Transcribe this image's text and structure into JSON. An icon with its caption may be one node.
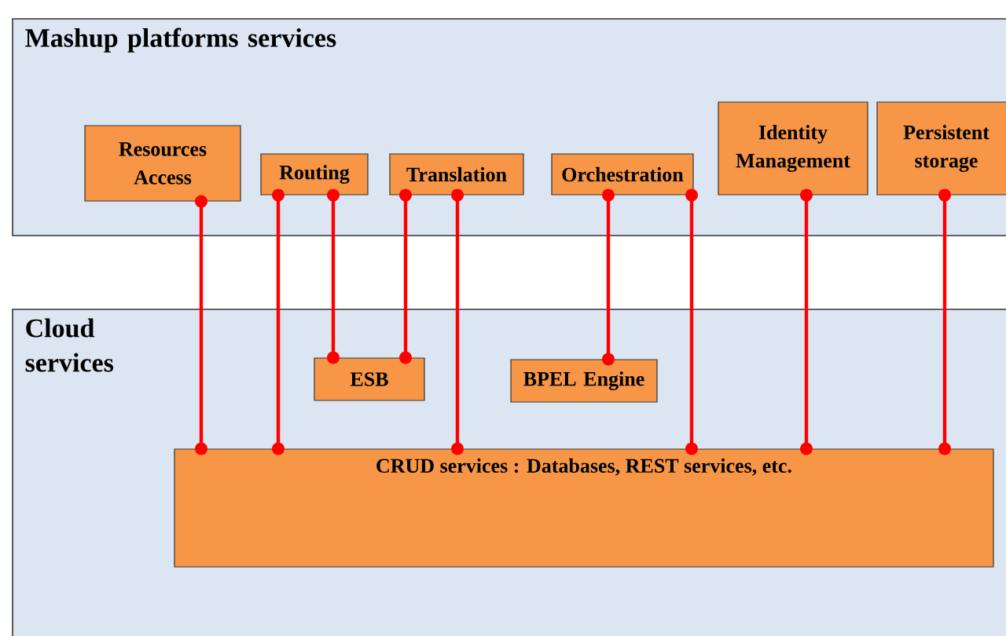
{
  "diagram": {
    "nodes": [
      {
        "text": [
          "Mashup platforms services"
        ]
      },
      {
        "text": [
          "Resources Access"
        ],
        "in": 0
      },
      {
        "text": [
          "Routing"
        ],
        "in": 0
      },
      {
        "text": [
          "Translation"
        ],
        "in": 0
      },
      {
        "text": [
          "Orchestration"
        ],
        "in": 0
      },
      {
        "text": [
          "Identity Management"
        ],
        "in": 0
      },
      {
        "text": [
          "Persistent storage"
        ],
        "in": 0
      },
      {
        "text": [
          "Cloud services"
        ]
      },
      {
        "text": [
          "ESB"
        ],
        "in": 7
      },
      {
        "text": [
          "BPEL Engine"
        ],
        "in": 7
      },
      {
        "text": [
          "CRUD services : Databases, REST services, etc."
        ],
        "in": 7
      }
    ],
    "edges": [
      {
        "from": 1,
        "to": 10,
        "arrow": "other"
      },
      {
        "from": 2,
        "to": 10,
        "arrow": "other"
      },
      {
        "from": 2,
        "to": 8,
        "arrow": "other"
      },
      {
        "from": 3,
        "to": 8,
        "arrow": "other"
      },
      {
        "from": 3,
        "to": 10,
        "arrow": "other"
      },
      {
        "from": 4,
        "to": 9,
        "arrow": "other"
      },
      {
        "from": 4,
        "to": 10,
        "arrow": "other"
      },
      {
        "from": 5,
        "to": 10,
        "arrow": "other"
      },
      {
        "from": 6,
        "to": 10,
        "arrow": "other"
      }
    ]
  }
}
